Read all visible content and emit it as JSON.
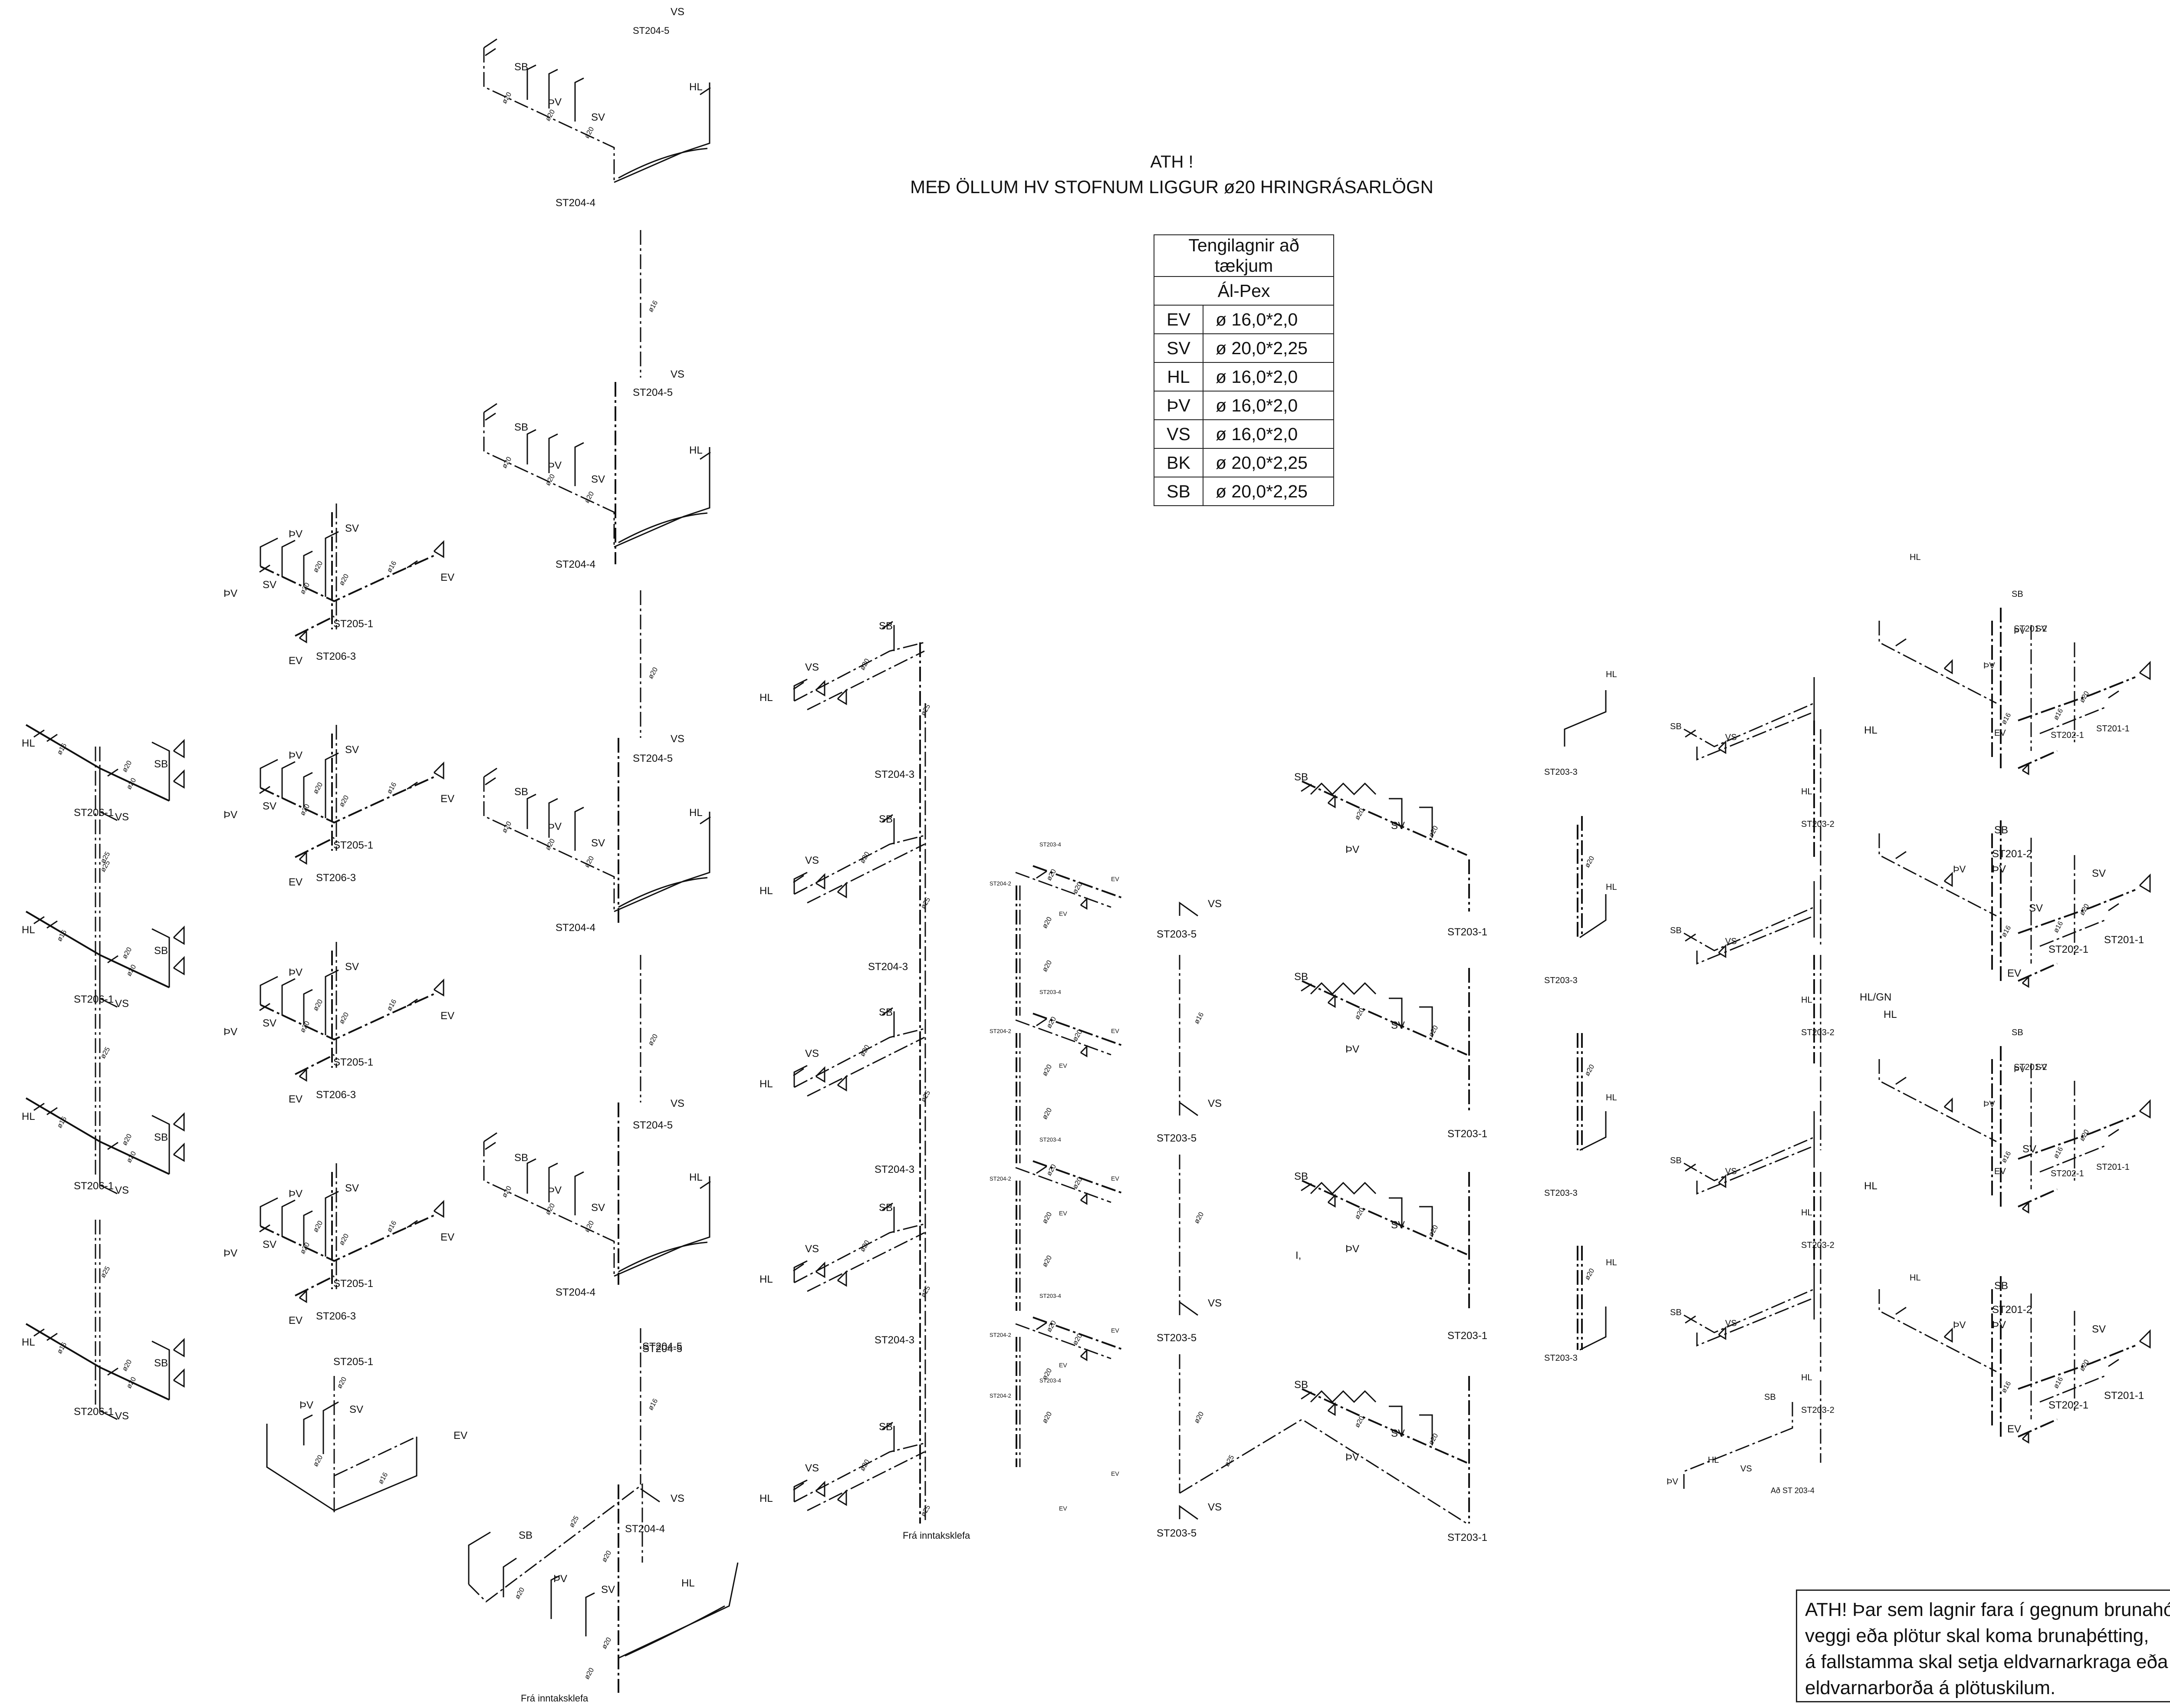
{
  "notice": {
    "title": "ATH !",
    "line": "MEÐ ÖLLUM HV STOFNUM LIGGUR ø20 HRINGRÁSARLÖGN"
  },
  "spec_table": {
    "header1": "Tengilagnir að tækjum",
    "header2": "Ál-Pex",
    "rows": [
      {
        "code": "EV",
        "value": "ø 16,0*2,0"
      },
      {
        "code": "SV",
        "value": "ø 20,0*2,25"
      },
      {
        "code": "HL",
        "value": "ø 16,0*2,0"
      },
      {
        "code": "ÞV",
        "value": "ø 16,0*2,0"
      },
      {
        "code": "VS",
        "value": "ø 16,0*2,0"
      },
      {
        "code": "BK",
        "value": "ø 20,0*2,25"
      },
      {
        "code": "SB",
        "value": "ø 20,0*2,25"
      }
    ]
  },
  "fire_note": {
    "lines": [
      "ATH! Þar sem lagnir fara í gegnum brunahólfandi",
      "veggi eða plötur skal koma brunaþétting,",
      "á fallstamma skal setja eldvarnarkraga eða",
      "eldvarnarborða á plötuskilum."
    ]
  },
  "riser_labels": [
    "ST204-5",
    "ST204-4",
    "ST205-1",
    "ST206-3",
    "ST206-1",
    "ST204-3",
    "ST203-5",
    "ST203-1",
    "ST203-3",
    "ST203-2",
    "ST201-2",
    "ST201-1",
    "ST202-1",
    "ST203-4",
    "ST204-2"
  ],
  "fixture_labels": [
    "EV",
    "SV",
    "HL",
    "ÞV",
    "VS",
    "SB",
    "HL/GN"
  ],
  "dimension_labels": [
    "ø16",
    "ø20",
    "ø25"
  ],
  "inlet_label": "Frá inntaksklefa",
  "connection_label": "Að ST 203-4",
  "stray_mark": "I,"
}
